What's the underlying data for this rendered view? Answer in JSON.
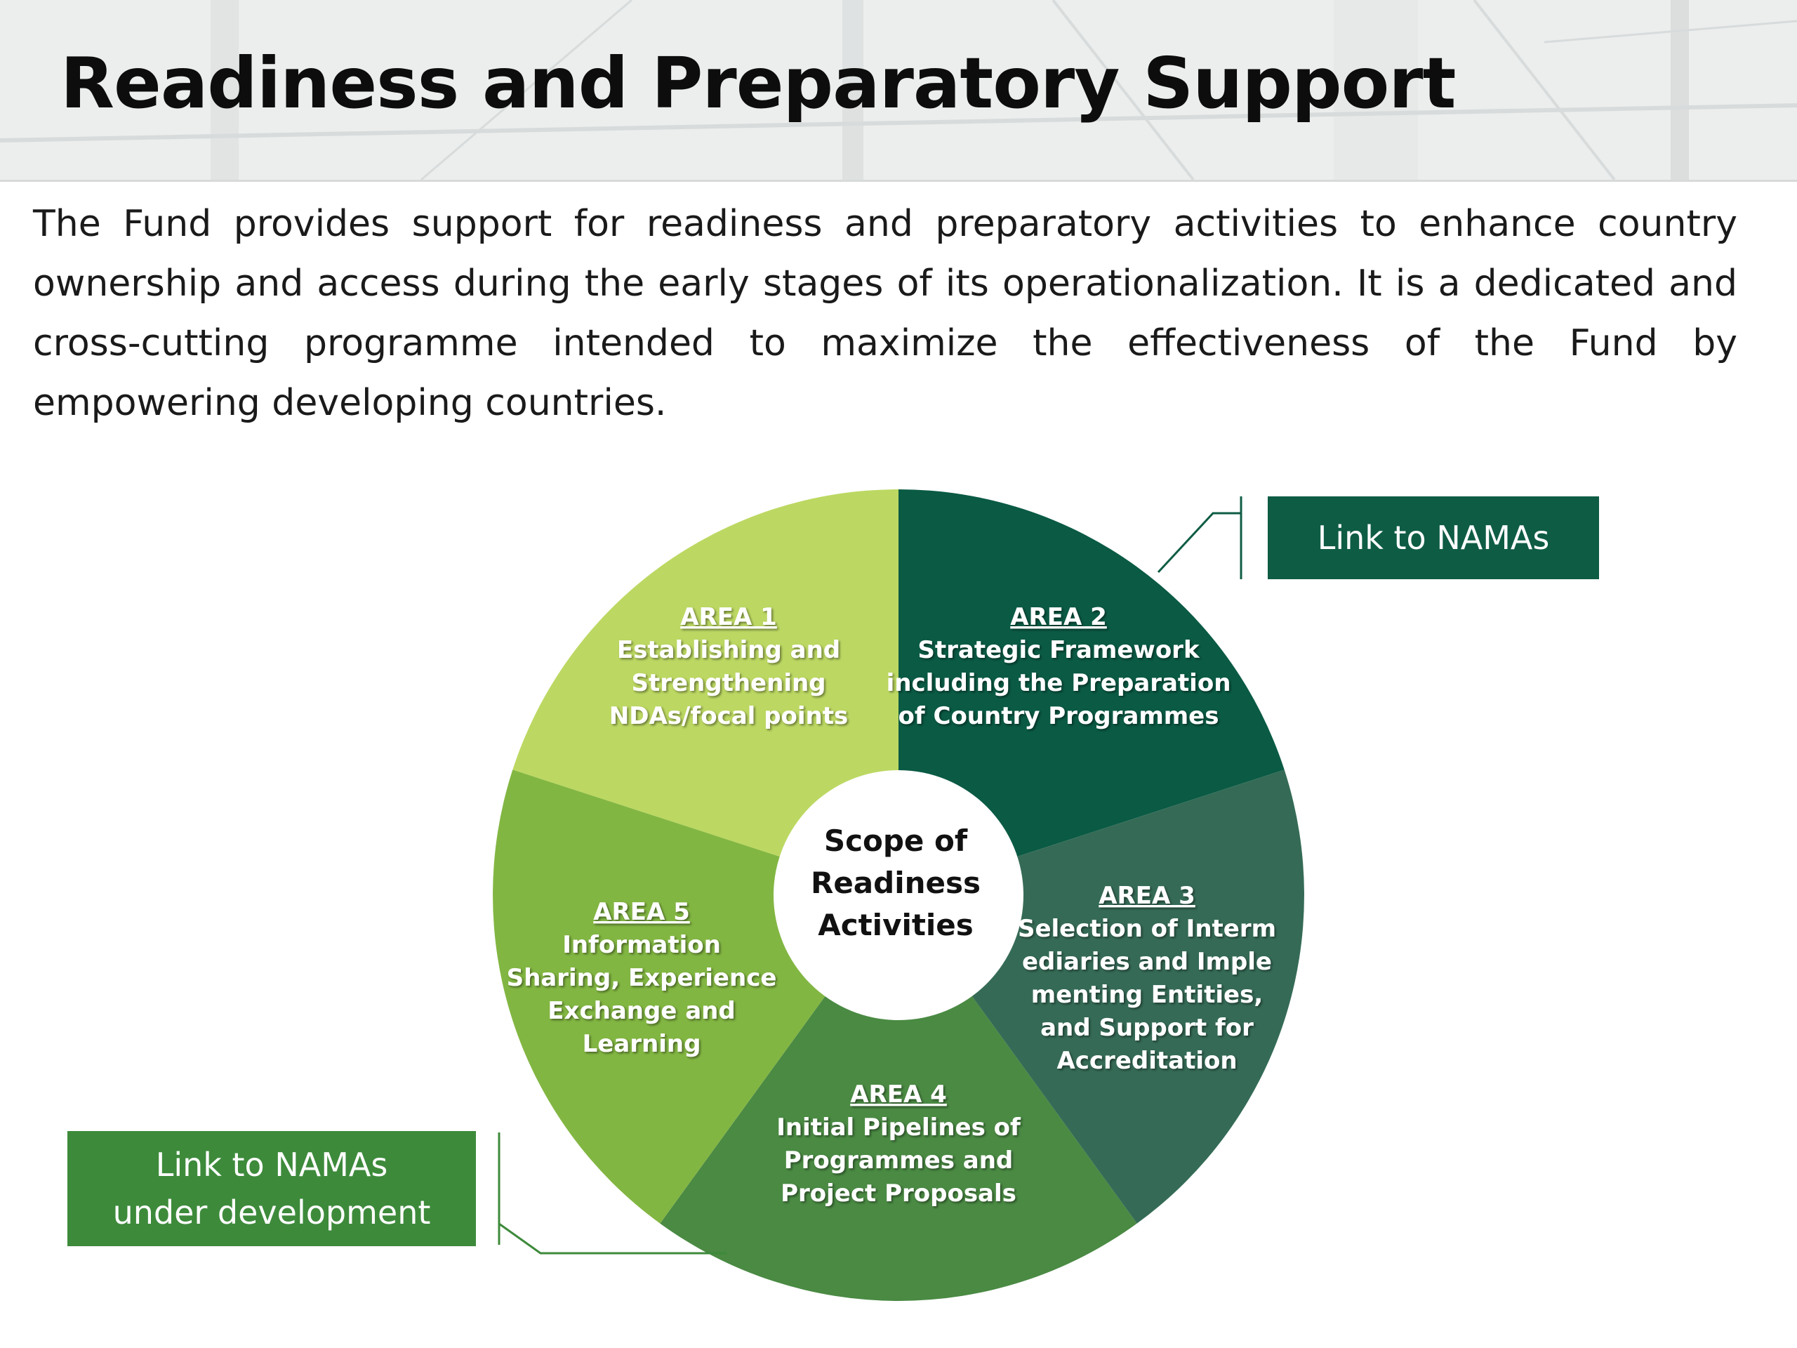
{
  "header": {
    "title": "Readiness and Preparatory Support"
  },
  "intro": {
    "text": "The Fund provides support for readiness and preparatory activities to enhance country ownership and access during the early stages of its operationalization. It is a dedicated and cross-cutting programme intended to maximize the effectiveness of the Fund by empowering developing countries."
  },
  "diagram": {
    "center": {
      "lines": [
        "Scope of",
        "Readiness",
        "Activities"
      ]
    },
    "areas": [
      {
        "id": "area-1",
        "heading": "AREA 1",
        "lines": [
          "Establishing and",
          "Strengthening",
          "NDAs/focal points"
        ],
        "color": "#bcd862"
      },
      {
        "id": "area-2",
        "heading": "AREA 2",
        "lines": [
          "Strategic Framework",
          "including the Preparation",
          "of Country Programmes"
        ],
        "color": "#0a5a44"
      },
      {
        "id": "area-3",
        "heading": "AREA 3",
        "lines": [
          "Selection of Interm",
          "ediaries and Imple",
          "menting Entities,",
          "and Support for",
          "Accreditation"
        ],
        "color": "#356b56"
      },
      {
        "id": "area-4",
        "heading": "AREA 4",
        "lines": [
          "Initial  Pipelines of",
          "Programmes and",
          "Project Proposals"
        ],
        "color": "#4a8a43"
      },
      {
        "id": "area-5",
        "heading": "AREA 5",
        "lines": [
          "Information",
          "Sharing, Experience",
          "Exchange and",
          "Learning"
        ],
        "color": "#82b642"
      }
    ],
    "callouts": {
      "top": {
        "lines": [
          "Link to NAMAs"
        ],
        "color": "#0f5c45"
      },
      "bottom": {
        "lines": [
          "Link to NAMAs",
          "under development"
        ],
        "color": "#3d8a3b"
      }
    }
  }
}
